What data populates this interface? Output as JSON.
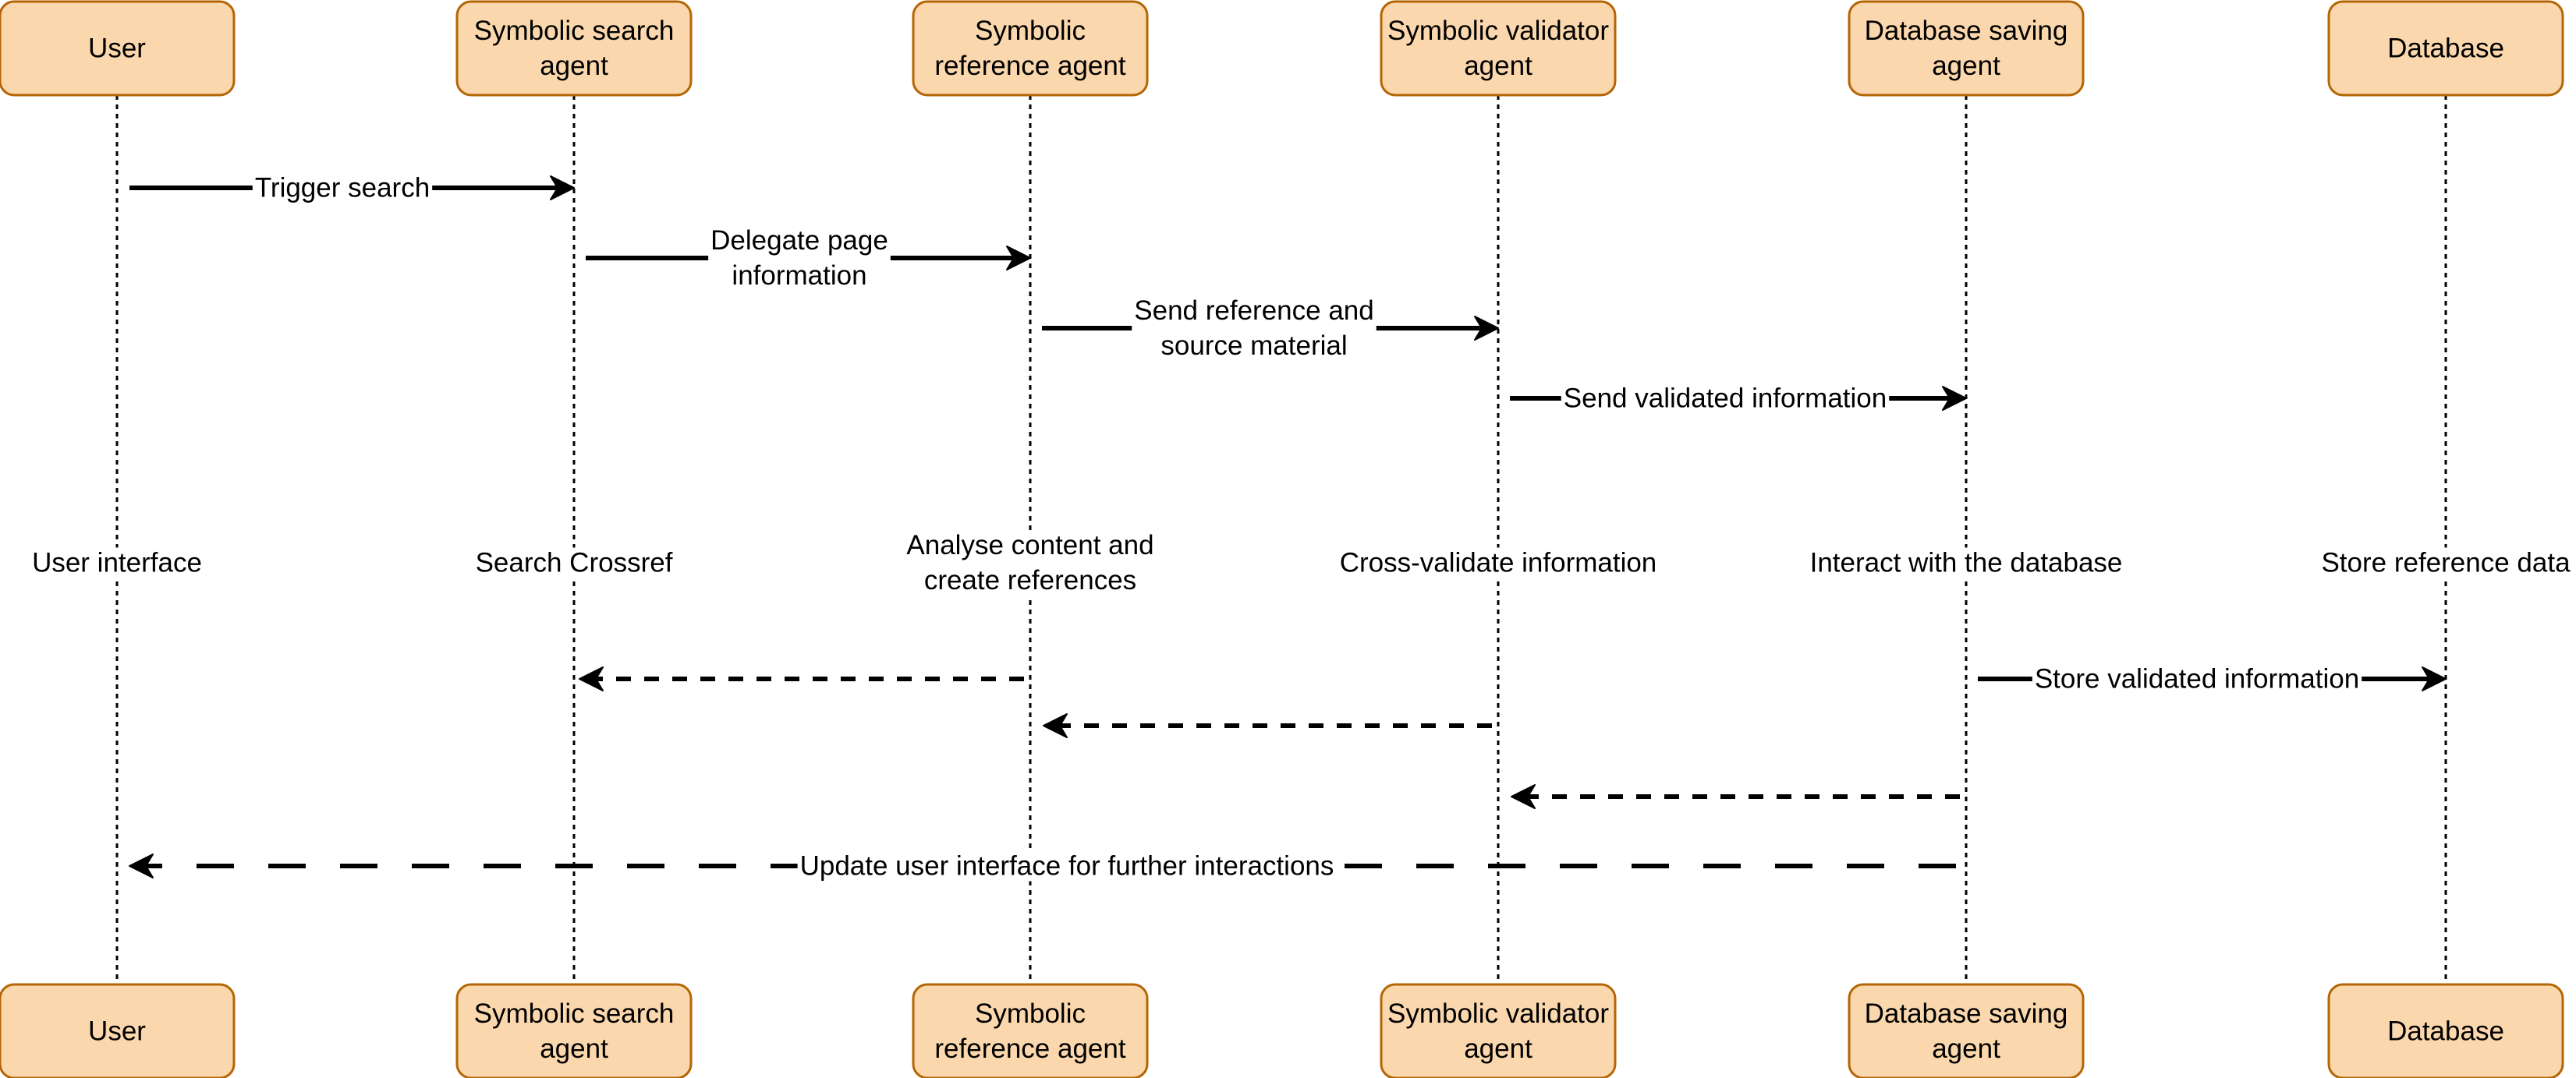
{
  "colors": {
    "box_fill": "#fad7ac",
    "box_stroke": "#b46504",
    "line": "#000000",
    "background": "#ffffff"
  },
  "participants": [
    {
      "id": "user",
      "lines": [
        "User"
      ]
    },
    {
      "id": "search",
      "lines": [
        "Symbolic search",
        "agent"
      ]
    },
    {
      "id": "reference",
      "lines": [
        "Symbolic",
        "reference agent"
      ]
    },
    {
      "id": "validator",
      "lines": [
        "Symbolic validator",
        "agent"
      ]
    },
    {
      "id": "saving",
      "lines": [
        "Database saving",
        "agent"
      ]
    },
    {
      "id": "database",
      "lines": [
        "Database"
      ]
    }
  ],
  "notes": [
    {
      "participant": "user",
      "lines": [
        "User interface"
      ]
    },
    {
      "participant": "search",
      "lines": [
        "Search Crossref"
      ]
    },
    {
      "participant": "reference",
      "lines": [
        "Analyse content and",
        "create references"
      ]
    },
    {
      "participant": "validator",
      "lines": [
        "Cross-validate information"
      ]
    },
    {
      "participant": "saving",
      "lines": [
        "Interact with the database"
      ]
    },
    {
      "participant": "database",
      "lines": [
        "Store reference data"
      ]
    }
  ],
  "messages": [
    {
      "from": "user",
      "to": "search",
      "style": "solid",
      "lines": [
        "Trigger search"
      ]
    },
    {
      "from": "search",
      "to": "reference",
      "style": "solid",
      "lines": [
        "Delegate page",
        "information"
      ]
    },
    {
      "from": "reference",
      "to": "validator",
      "style": "solid",
      "lines": [
        "Send reference and",
        "source material"
      ]
    },
    {
      "from": "validator",
      "to": "saving",
      "style": "solid",
      "lines": [
        "Send validated information"
      ]
    },
    {
      "from": "saving",
      "to": "database",
      "style": "solid",
      "lines": [
        "Store validated information"
      ]
    },
    {
      "from": "reference",
      "to": "search",
      "style": "dashed",
      "lines": []
    },
    {
      "from": "validator",
      "to": "reference",
      "style": "dashed",
      "lines": []
    },
    {
      "from": "saving",
      "to": "validator",
      "style": "dashed",
      "lines": []
    },
    {
      "from": "saving",
      "to": "user",
      "style": "long-dashed",
      "lines": [
        "Update user interface for further interactions"
      ]
    }
  ]
}
